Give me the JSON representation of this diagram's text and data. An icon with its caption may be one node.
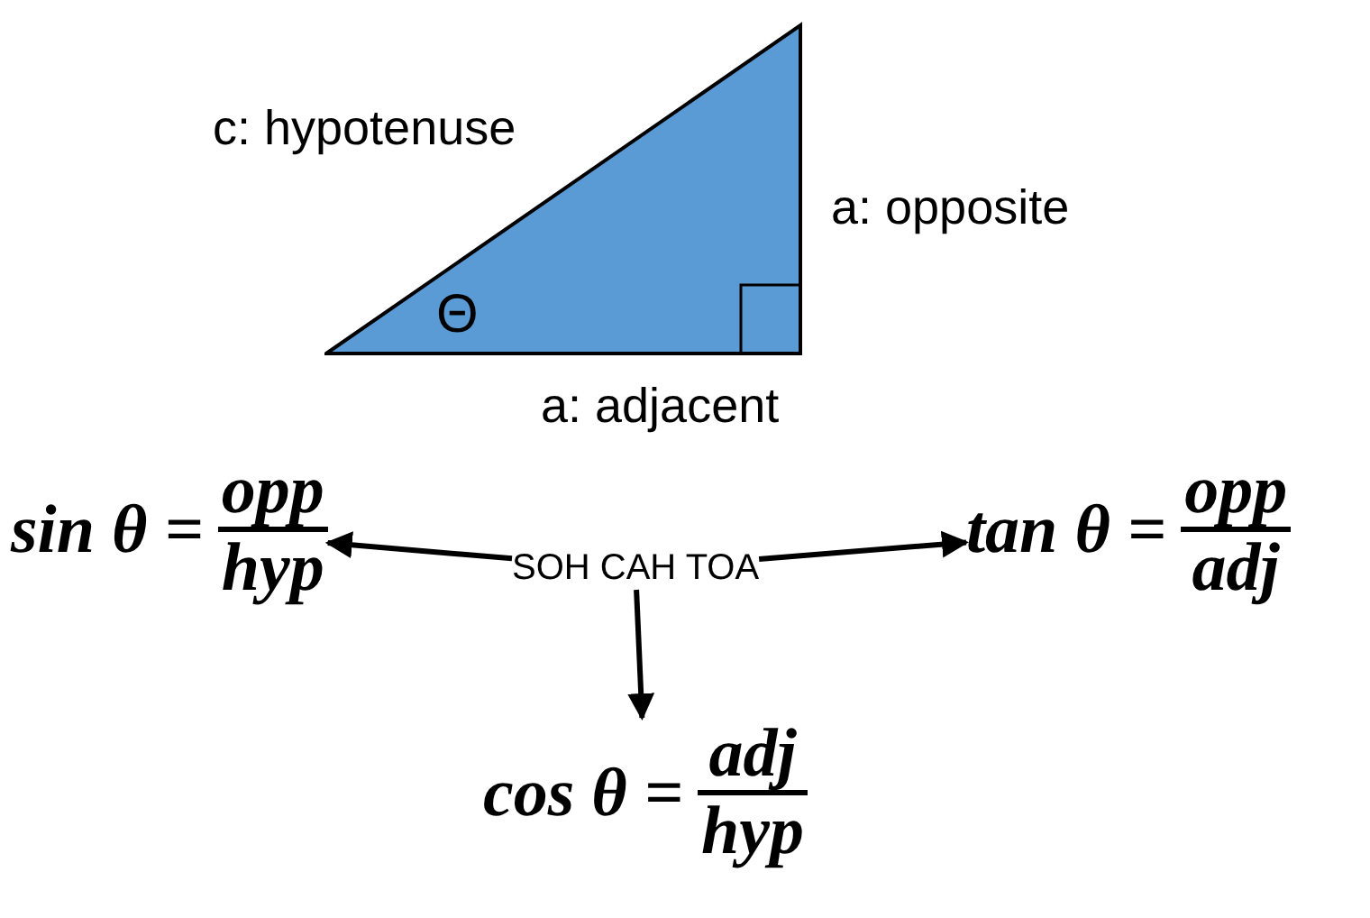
{
  "diagram": {
    "nodes": [
      {
        "text": [
          "Θ"
        ],
        "beside": [
          "c: hypotenuse",
          "a: opposite",
          "a: adjacent"
        ]
      },
      {
        "text": [
          "SOH CAH TOA"
        ]
      },
      {
        "text": [
          "sin θ =",
          "opp",
          "hyp"
        ]
      },
      {
        "text": [
          "tan θ =",
          "opp",
          "adj"
        ]
      },
      {
        "text": [
          "cos θ =",
          "adj",
          "hyp"
        ]
      }
    ],
    "edges": [
      {
        "from": 1,
        "to": 2,
        "arrow": "to"
      },
      {
        "from": 1,
        "to": 3,
        "arrow": "to"
      },
      {
        "from": 1,
        "to": 4,
        "arrow": "to"
      }
    ]
  }
}
